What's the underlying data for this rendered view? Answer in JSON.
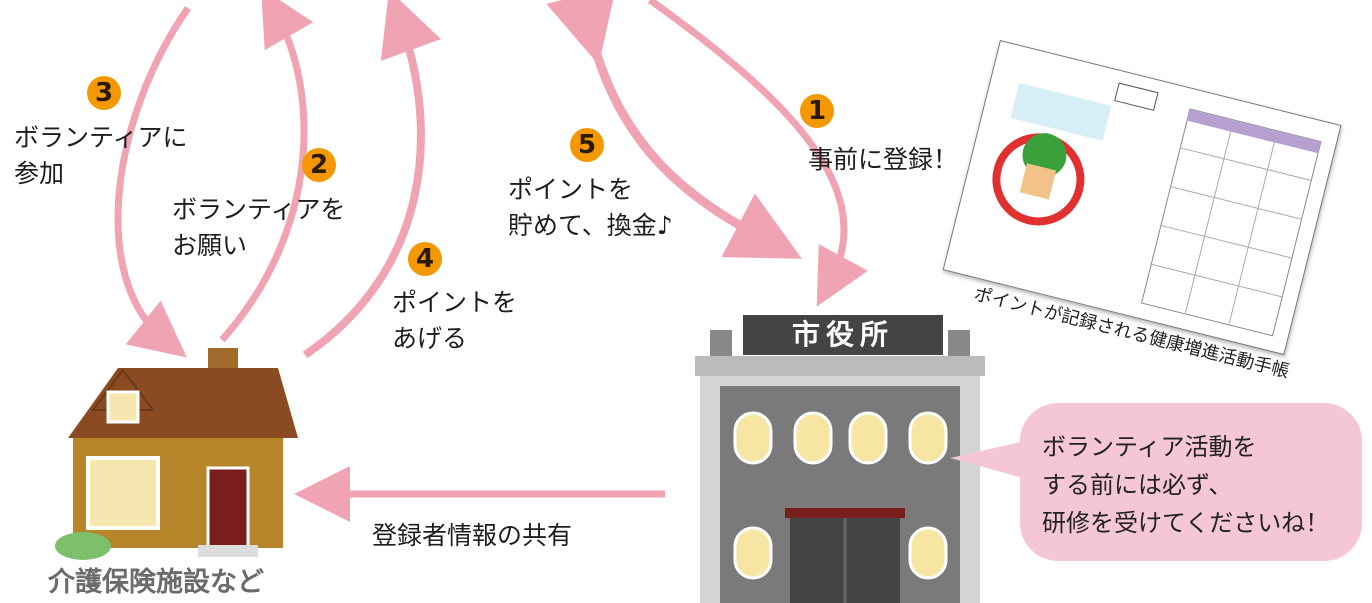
{
  "steps": [
    {
      "num": "1",
      "text": "事前に登録！"
    },
    {
      "num": "2",
      "text": "ボランティアを\nお願い"
    },
    {
      "num": "3",
      "text": "ボランティアに\n参加"
    },
    {
      "num": "4",
      "text": "ポイントを\nあげる"
    },
    {
      "num": "5",
      "text": "ポイントを\n貯めて、換金♪"
    }
  ],
  "share_label": "登録者情報の共有",
  "city_hall_sign": "市役所",
  "facility_label": "介護保険施設など",
  "booklet_caption": "ポイントが記録される健康増進活動手帳",
  "bubble_text": "ボランティア活動を\nする前には必ず、\n研修を受けてくださいね！",
  "colors": {
    "arrow": "#f0a3b2",
    "number_badge": "#f39800",
    "bubble": "#f4c6d7",
    "roof": "#8a4b23",
    "house_wall": "#b8862a",
    "building": "#7a7a7a"
  }
}
